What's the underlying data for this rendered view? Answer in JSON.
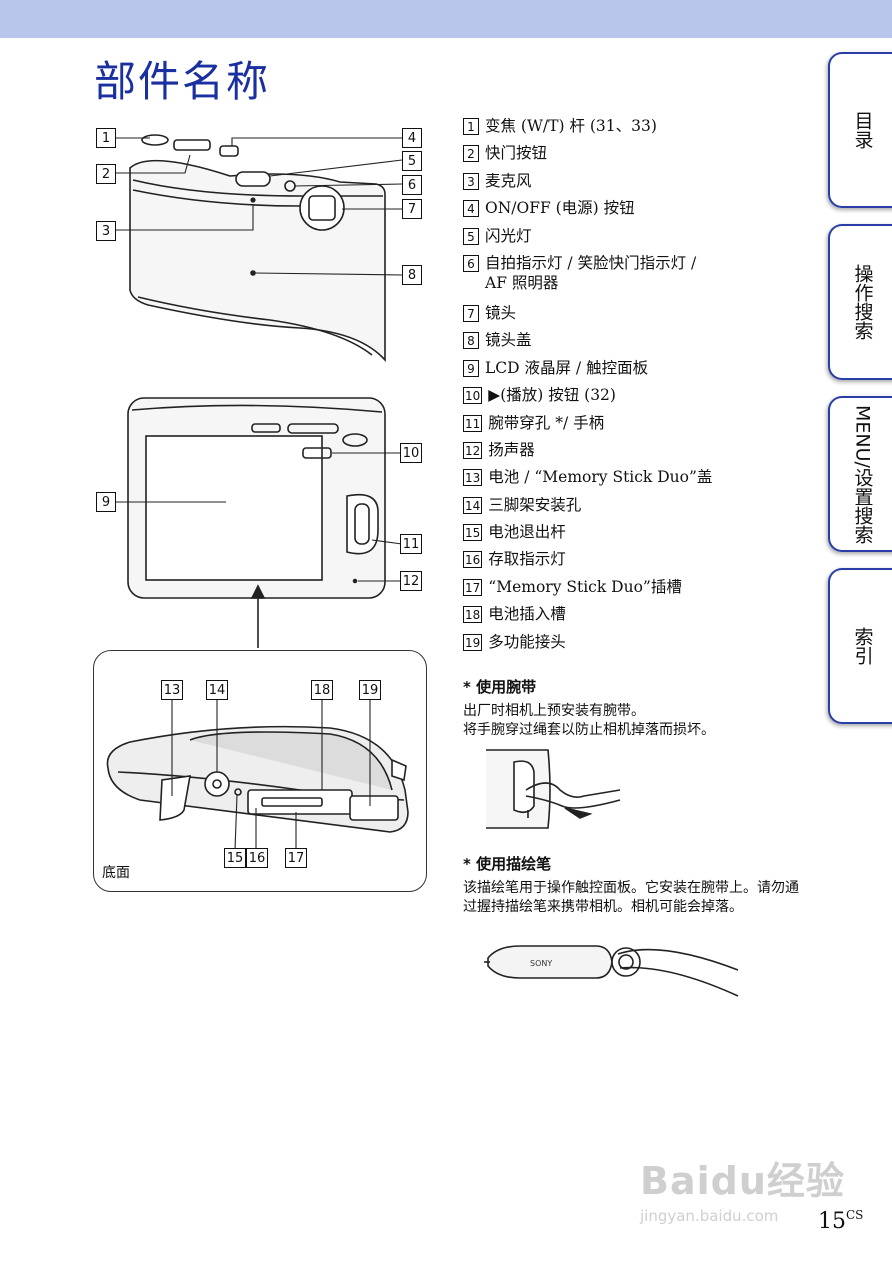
{
  "title": "部件名称",
  "side_tabs": [
    "目录",
    "操作搜索",
    "MENU/设置搜索",
    "索引"
  ],
  "parts": [
    {
      "n": "1",
      "label": "变焦 (W/T) 杆 (31、33)"
    },
    {
      "n": "2",
      "label": "快门按钮"
    },
    {
      "n": "3",
      "label": "麦克风"
    },
    {
      "n": "4",
      "label": "ON/OFF (电源) 按钮"
    },
    {
      "n": "5",
      "label": "闪光灯"
    },
    {
      "n": "6",
      "label": "自拍指示灯 / 笑脸快门指示灯 /\nAF 照明器"
    },
    {
      "n": "7",
      "label": "镜头"
    },
    {
      "n": "8",
      "label": "镜头盖"
    },
    {
      "n": "9",
      "label": "LCD 液晶屏 / 触控面板"
    },
    {
      "n": "10",
      "label": "▶(播放) 按钮 (32)"
    },
    {
      "n": "11",
      "label": "腕带穿孔 */ 手柄"
    },
    {
      "n": "12",
      "label": "扬声器"
    },
    {
      "n": "13",
      "label": "电池 / “Memory Stick Duo”盖"
    },
    {
      "n": "14",
      "label": "三脚架安装孔"
    },
    {
      "n": "15",
      "label": "电池退出杆"
    },
    {
      "n": "16",
      "label": "存取指示灯"
    },
    {
      "n": "17",
      "label": "“Memory Stick Duo”插槽"
    },
    {
      "n": "18",
      "label": "电池插入槽"
    },
    {
      "n": "19",
      "label": "多功能接头"
    }
  ],
  "notes": {
    "strap_heading": "* 使用腕带",
    "strap_body": "出厂时相机上预安装有腕带。\n将手腕穿过绳套以防止相机掉落而损坏。",
    "stylus_heading": "* 使用描绘笔",
    "stylus_body": "该描绘笔用于操作触控面板。它安装在腕带上。请勿通过握持描绘笔来携带相机。相机可能会掉落。",
    "stylus_brand": "SONY"
  },
  "bottom_label": "底面",
  "page": {
    "number": "15",
    "suffix": "CS"
  },
  "watermark": {
    "brand": "Baidu经验",
    "url": "jingyan.baidu.com"
  }
}
